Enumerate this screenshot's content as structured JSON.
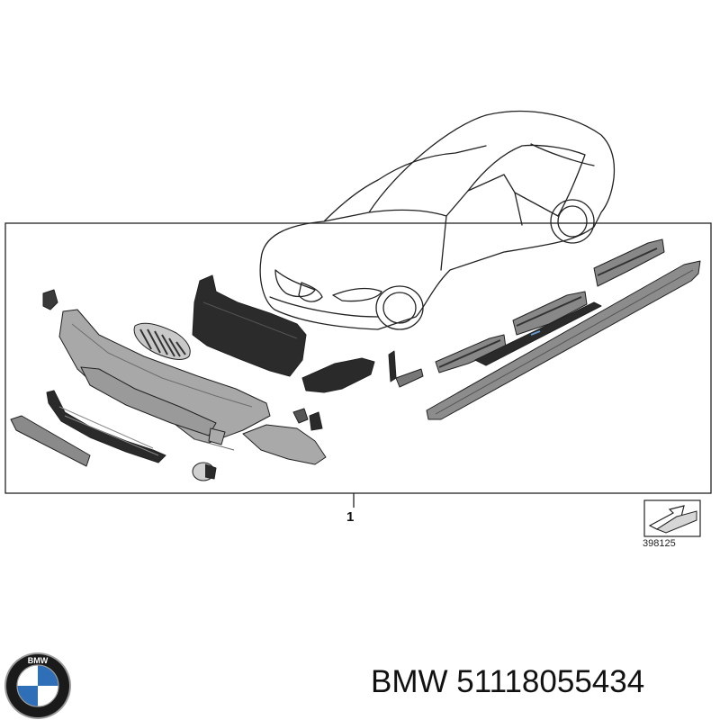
{
  "diagram": {
    "callout_label": "1",
    "reference_number": "398125"
  },
  "caption": {
    "brand": "BMW",
    "part_number": "51118055434",
    "text": "BMW 51118055434"
  },
  "logo": {
    "letters": "BMW",
    "colors": {
      "ring": "#1a1a1a",
      "blue": "#2f6fb8",
      "white": "#ffffff",
      "chrome": "#9a9a9a"
    }
  },
  "colors": {
    "line": "#222222",
    "part_light": "#a9a9a9",
    "part_mid": "#8c8c8c",
    "part_dark": "#2b2b2b"
  }
}
